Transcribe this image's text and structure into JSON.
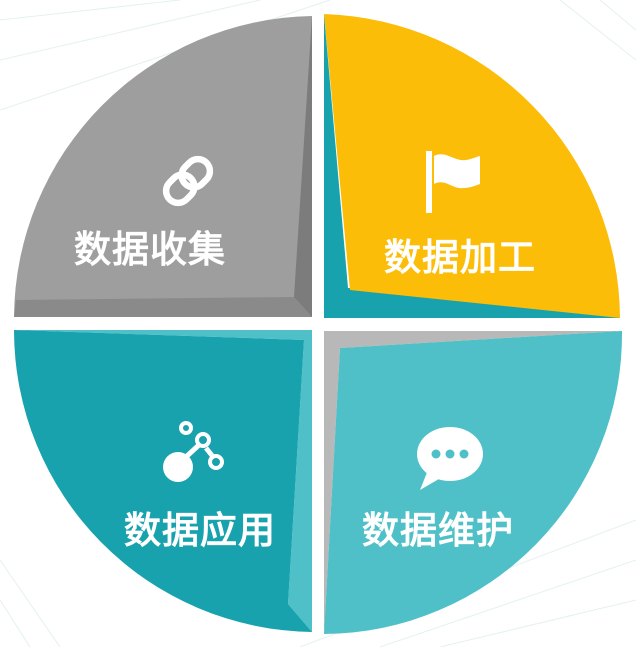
{
  "quadrants": [
    {
      "id": "collect",
      "label": "数据收集",
      "icon": "link-icon",
      "color": "#9e9e9e",
      "shade": "#7a7a7a"
    },
    {
      "id": "process",
      "label": "数据加工",
      "icon": "flag-icon",
      "color": "#fbbd08",
      "shade": "#1aa0ae"
    },
    {
      "id": "apply",
      "label": "数据应用",
      "icon": "molecule-icon",
      "color": "#17a2ae",
      "shade": "#52c0c8"
    },
    {
      "id": "maintain",
      "label": "数据维护",
      "icon": "chat-bubble-icon",
      "color": "#4fc0c8",
      "shade": "#b8b8b8"
    }
  ]
}
